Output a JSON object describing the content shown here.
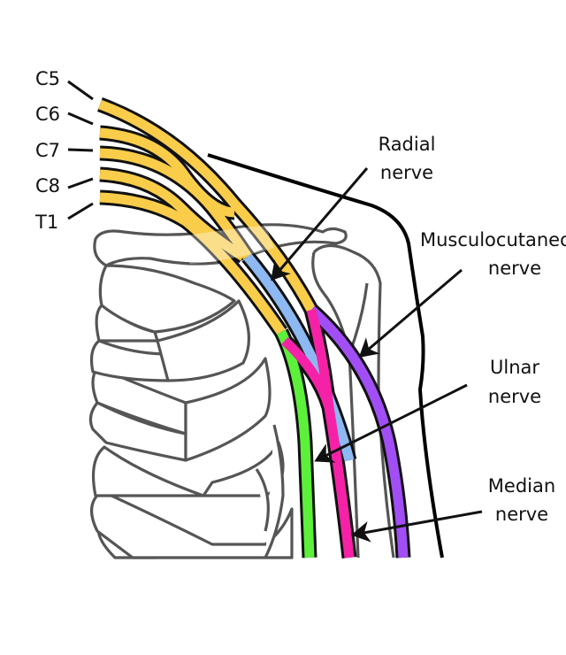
{
  "roots": [
    "C5",
    "C6",
    "C7",
    "C8",
    "T1"
  ],
  "labels": {
    "radial": {
      "line1": "Radial",
      "line2": "nerve"
    },
    "musculocutaneous": {
      "line1": "Musculocutaneous",
      "line2": "nerve"
    },
    "ulnar": {
      "line1": "Ulnar",
      "line2": "nerve"
    },
    "median": {
      "line1": "Median",
      "line2": "nerve"
    }
  },
  "colors": {
    "plexus": "#F9CC4A",
    "radial": "#8DB8F2",
    "musculocutaneous": "#A24EF5",
    "ulnar": "#5CF03A",
    "median": "#F522A8",
    "bone_outline": "#555555",
    "skin_outline": "#000000"
  }
}
